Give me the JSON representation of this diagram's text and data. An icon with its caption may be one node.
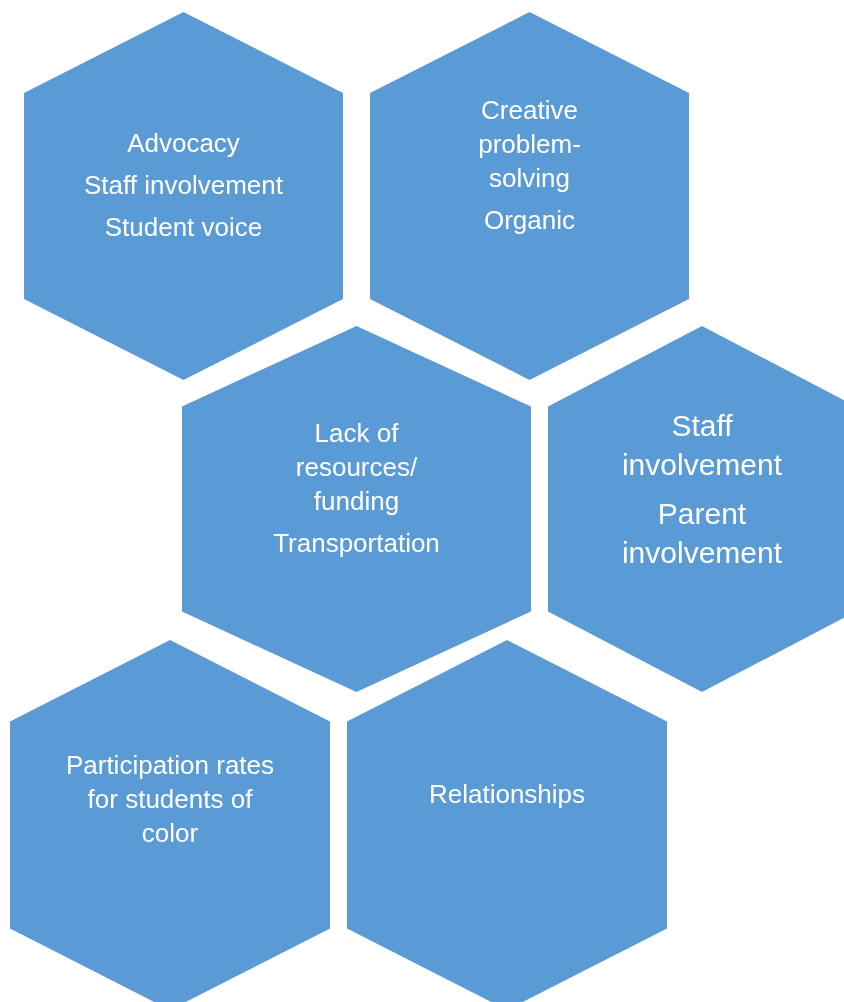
{
  "diagram": {
    "nodes": [
      {
        "text": [
          "Advocacy",
          "Staff involvement",
          "Student voice"
        ]
      },
      {
        "text": [
          "Creative problem-solving",
          "Organic"
        ]
      },
      {
        "text": [
          "Lack of resources/ funding",
          "Transportation"
        ]
      },
      {
        "text": [
          "Staff involvement",
          "Parent involvement"
        ]
      },
      {
        "text": [
          "Participation rates for students of color"
        ]
      },
      {
        "text": [
          "Relationships"
        ]
      }
    ]
  }
}
